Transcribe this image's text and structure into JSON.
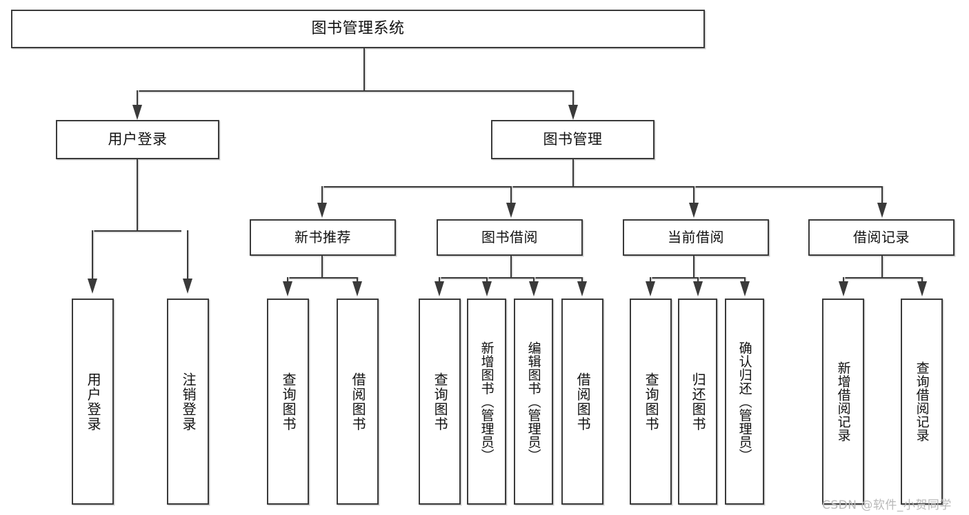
{
  "diagram": {
    "title": "图书管理系统",
    "type": "tree-hierarchy",
    "root": {
      "label": "图书管理系统"
    },
    "level2": [
      {
        "id": "user-login",
        "label": "用户登录"
      },
      {
        "id": "book-management",
        "label": "图书管理"
      }
    ],
    "level3": [
      {
        "id": "new-book-recommend",
        "label": "新书推荐",
        "parent": "book-management"
      },
      {
        "id": "book-borrow",
        "label": "图书借阅",
        "parent": "book-management"
      },
      {
        "id": "current-borrow",
        "label": "当前借阅",
        "parent": "book-management"
      },
      {
        "id": "borrow-record",
        "label": "借阅记录",
        "parent": "book-management"
      }
    ],
    "leaves": {
      "user-login": [
        {
          "id": "leaf-user-login",
          "label": "用户登录"
        },
        {
          "id": "leaf-user-logout",
          "label": "注销登录"
        }
      ],
      "new-book-recommend": [
        {
          "id": "leaf-query-book-1",
          "label": "查询图书"
        },
        {
          "id": "leaf-borrow-book-1",
          "label": "借阅图书"
        }
      ],
      "book-borrow": [
        {
          "id": "leaf-query-book-2",
          "label": "查询图书"
        },
        {
          "id": "leaf-add-book",
          "label": "新增图书（管理员）"
        },
        {
          "id": "leaf-edit-book",
          "label": "编辑图书（管理员）"
        },
        {
          "id": "leaf-borrow-book-2",
          "label": "借阅图书"
        }
      ],
      "current-borrow": [
        {
          "id": "leaf-query-book-3",
          "label": "查询图书"
        },
        {
          "id": "leaf-return-book",
          "label": "归还图书"
        },
        {
          "id": "leaf-confirm-return",
          "label": "确认归还（管理员）"
        }
      ],
      "borrow-record": [
        {
          "id": "leaf-add-record",
          "label": "新增借阅记录"
        },
        {
          "id": "leaf-query-record",
          "label": "查询借阅记录"
        }
      ]
    }
  },
  "watermark": {
    "text": "CSDN @软件_小贺同学"
  },
  "colors": {
    "box_border": "#3a3a3a",
    "box_fill": "#ffffff",
    "line": "#3a3a3a",
    "shadow": "#cfcfcf",
    "text": "#111111",
    "watermark": "#b9b9b9",
    "background": "#ffffff"
  }
}
